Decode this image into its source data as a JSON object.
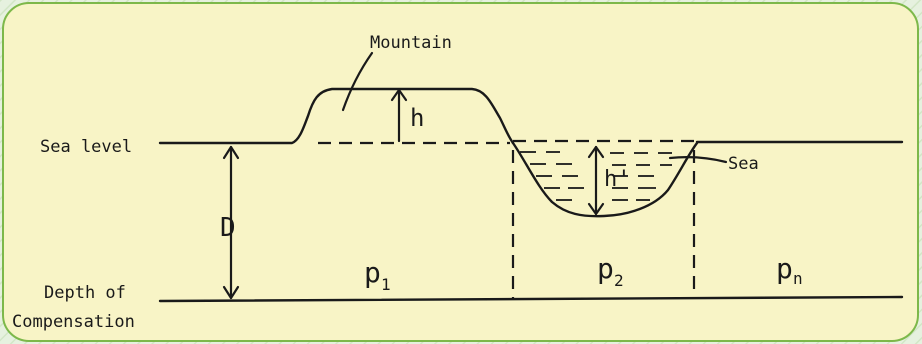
{
  "labels": {
    "mountain": "Mountain",
    "sea_level": "Sea level",
    "h_mountain": "h",
    "h_sea": "h'",
    "sea": "Sea",
    "depth_d": "D",
    "depth_of": "Depth of",
    "compensation": "Compensation",
    "rho1_base": "p",
    "rho1_sub": "1",
    "rho2_base": "p",
    "rho2_sub": "2",
    "rhon_base": "p",
    "rhon_sub": "n"
  },
  "colors": {
    "panel_fill": "#f8f4c6",
    "panel_border": "#7db84a",
    "outer_background": "#e6f1df",
    "ink": "#1a1a1a"
  }
}
